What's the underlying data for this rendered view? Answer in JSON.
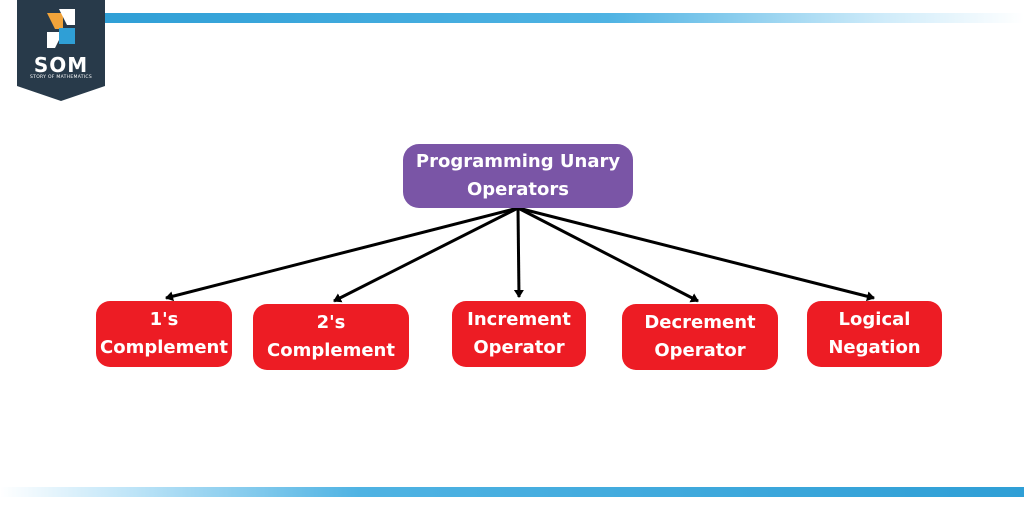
{
  "logo": {
    "abbr": "SOM",
    "tagline": "STORY OF MATHEMATICS",
    "icon": "som-logo-icon"
  },
  "diagram": {
    "root": {
      "label": "Programming Unary\nOperators",
      "color": "#7a55a6"
    },
    "children": [
      {
        "label": "1's\nComplement"
      },
      {
        "label": "2's\nComplement"
      },
      {
        "label": "Increment\nOperator"
      },
      {
        "label": "Decrement\nOperator"
      },
      {
        "label": "Logical\nNegation"
      }
    ],
    "child_color": "#ed1c24",
    "accent": "#2f9fd6"
  }
}
